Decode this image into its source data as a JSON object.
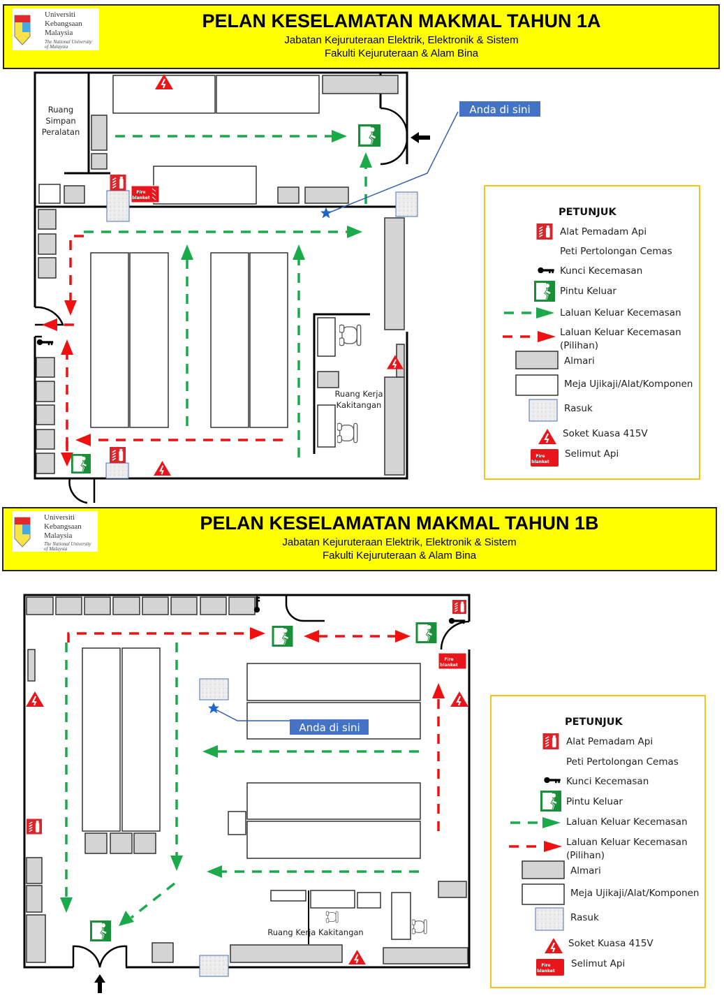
{
  "logo": {
    "line1": "Universiti",
    "line2": "Kebangsaan",
    "line3": "Malaysia",
    "line4": "The National University",
    "line5": "of Malaysia"
  },
  "plan_1a": {
    "title": "PELAN KESELAMATAN MAKMAL TAHUN 1A",
    "subtitle1": "Jabatan Kejuruteraan Elektrik, Elektronik & Sistem",
    "subtitle2": "Fakulti Kejuruteraan & Alam Bina",
    "store_room": [
      "Ruang",
      "Simpan",
      "Peralatan"
    ],
    "staff_room": [
      "Ruang Kerja",
      "Kakitangan"
    ],
    "you_are_here": "Anda di sini"
  },
  "plan_1b": {
    "title": "PELAN KESELAMATAN MAKMAL TAHUN 1B",
    "subtitle1": "Jabatan Kejuruteraan Elektrik, Elektronik & Sistem",
    "subtitle2": "Fakulti Kejuruteraan & Alam Bina",
    "staff_room": "Ruang Kerja Kakitangan",
    "you_are_here": "Anda di sini"
  },
  "fire_blanket_icon": {
    "line1": "Fire",
    "line2": "blanket"
  },
  "legend": {
    "title": "PETUNJUK",
    "items": [
      {
        "icon": "fire-extinguisher",
        "label": "Alat Pemadam Api"
      },
      {
        "icon": "first-aid",
        "label": "Peti Pertolongan Cemas"
      },
      {
        "icon": "key",
        "label": "Kunci Kecemasan"
      },
      {
        "icon": "exit-door",
        "label": "Pintu Keluar"
      },
      {
        "icon": "green-dashed-arrow",
        "label": "Laluan Keluar Kecemasan"
      },
      {
        "icon": "red-dashed-arrow",
        "label": "Laluan Keluar Kecemasan",
        "label2": "(Pilihan)"
      },
      {
        "icon": "cabinet",
        "label": "Almari"
      },
      {
        "icon": "table",
        "label": "Meja Ujikaji/Alat/Komponen"
      },
      {
        "icon": "beam",
        "label": "Rasuk"
      },
      {
        "icon": "power-socket",
        "label": "Soket Kuasa 415V"
      },
      {
        "icon": "fire-blanket",
        "label": "Selimut Api"
      }
    ]
  },
  "colors": {
    "header_bg": "#ffff00",
    "exit_green": "#1aaa4a",
    "alt_red": "#f01010",
    "you_are_here_bg": "#4472c4",
    "legend_border": "#f5c518"
  }
}
